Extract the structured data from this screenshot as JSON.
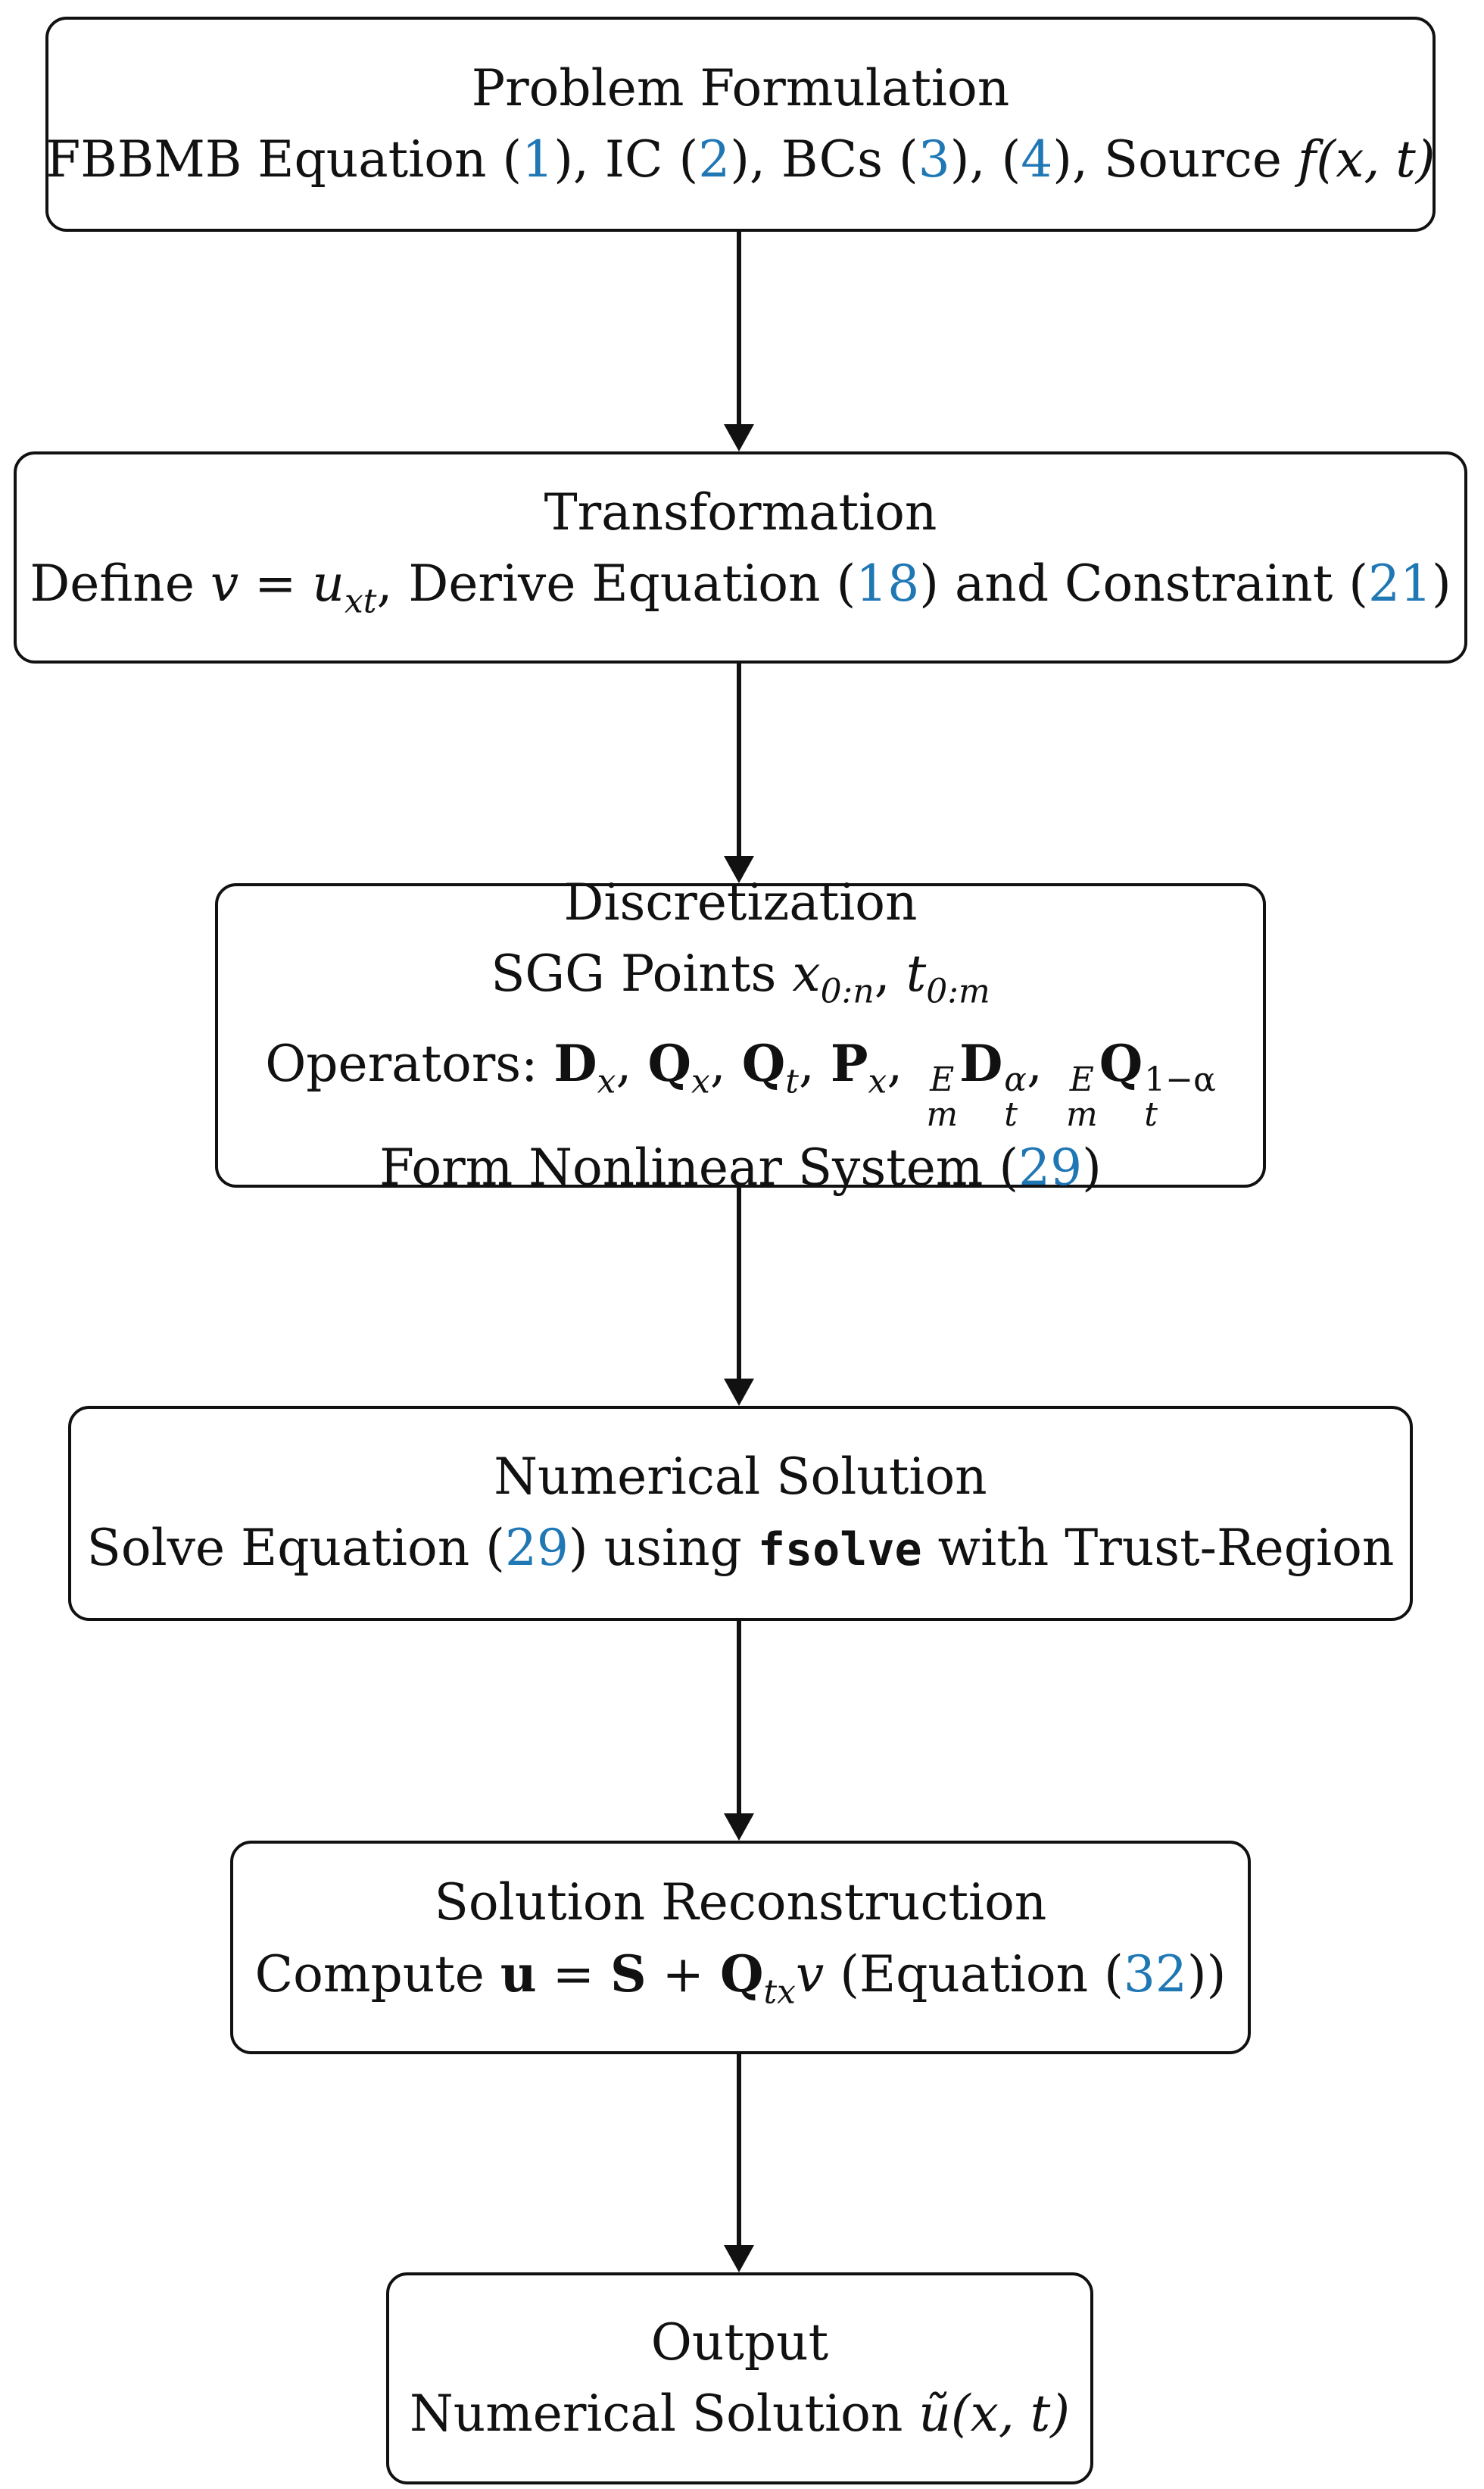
{
  "boxes": {
    "formulation": {
      "title": "Problem Formulation",
      "t1": "FBBMB Equation (",
      "ref1": "1",
      "t2": "), IC (",
      "ref2": "2",
      "t3": "), BCs (",
      "ref3": "3",
      "t4": "), (",
      "ref4": "4",
      "t5": "), Source ",
      "math": "f(x, t)"
    },
    "transformation": {
      "title": "Transformation",
      "t1": "Define ",
      "v": "v",
      "eq": " = ",
      "u": "u",
      "usub": "xt",
      "t2": ", Derive Equation (",
      "ref1": "18",
      "t3": ") and Constraint (",
      "ref2": "21",
      "t4": ")"
    },
    "discretization": {
      "title": "Discretization",
      "l2a": "SGG Points ",
      "x": "x",
      "xsub": "0:n",
      "comma": ", ",
      "t": "t",
      "tsub": "0:m",
      "ops_label": "Operators: ",
      "D": "D",
      "Dsub": "x",
      "Qx": "Q",
      "Qxsub": "x",
      "Qt": "Q",
      "Qtsub": "t",
      "P": "P",
      "Psub": "x",
      "preE": "E",
      "prem": "m",
      "D2": "D",
      "D2sup": "α",
      "D2sub": "t",
      "preE2": "E",
      "prem2": "m",
      "Q2": "Q",
      "Q2sup": "1−α",
      "Q2sub": "t",
      "l4a": "Form Nonlinear System (",
      "ref": "29",
      "l4b": ")"
    },
    "numerical": {
      "title": "Numerical Solution",
      "t1": "Solve Equation (",
      "ref": "29",
      "t2": ") using ",
      "code": "fsolve",
      "t3": " with Trust-Region"
    },
    "reconstruction": {
      "title": "Solution Reconstruction",
      "t1": "Compute ",
      "u": "u",
      "eq": " = ",
      "S": "S",
      "plus": " + ",
      "Q": "Q",
      "Qsub": "tx",
      "v": "v",
      "t2": " (Equation (",
      "ref": "32",
      "t3": "))"
    },
    "output": {
      "title": "Output",
      "t1": "Numerical Solution ",
      "math": "ũ(x, t)"
    }
  }
}
